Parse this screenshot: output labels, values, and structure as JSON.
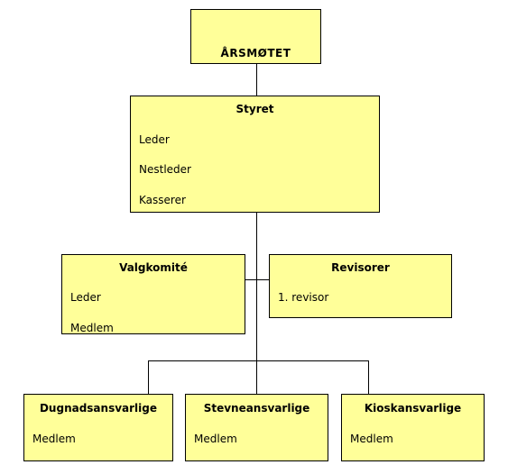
{
  "arsmotet": {
    "title": "ÅRSMØTET"
  },
  "styret": {
    "title": "Styret",
    "roles": [
      "Leder",
      "Nestleder",
      "Kasserer"
    ]
  },
  "valgkomite": {
    "title": "Valgkomité",
    "roles": [
      "Leder",
      "Medlem"
    ]
  },
  "revisorer": {
    "title": "Revisorer",
    "roles": [
      "1. revisor"
    ]
  },
  "dugnad": {
    "title": "Dugnadsansvarlige",
    "roles": [
      "Medlem"
    ]
  },
  "stevne": {
    "title": "Stevneansvarlige",
    "roles": [
      "Medlem"
    ]
  },
  "kiosk": {
    "title": "Kioskansvarlige",
    "roles": [
      "Medlem"
    ]
  },
  "colors": {
    "box_fill": "#ffff99",
    "border": "#000000"
  }
}
